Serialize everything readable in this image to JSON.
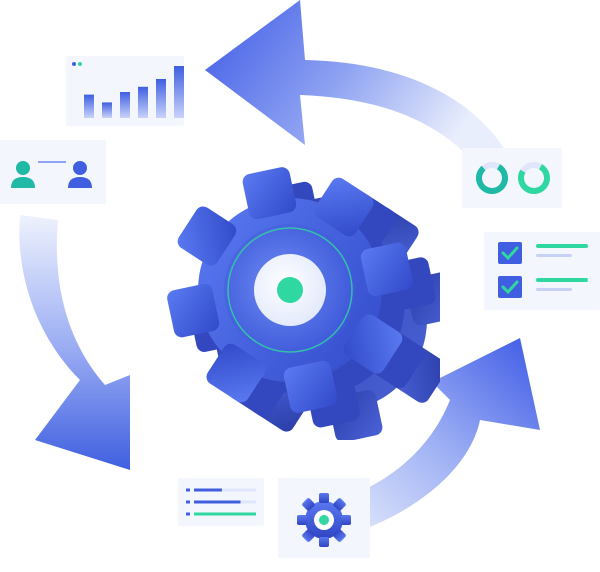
{
  "illustration": {
    "colors": {
      "primary_blue": "#3f5fe0",
      "deep_blue": "#2b3fae",
      "light_blue": "#8ea3f5",
      "accent_green": "#2fd8a0",
      "teal_green": "#1fb9a5",
      "card_bg": "#f3f6fd"
    },
    "icons": [
      "bar-chart-icon",
      "users-icon",
      "donut-chart-icon",
      "checklist-icon",
      "progress-list-icon",
      "small-gear-icon",
      "central-gear-icon",
      "cycle-arrow-icon"
    ],
    "bar_chart": {
      "bar_levels": [
        0.45,
        0.3,
        0.5,
        0.6,
        0.75,
        1.0
      ]
    },
    "progress_list": {
      "levels": [
        0.45,
        0.75,
        1.0
      ]
    },
    "donuts": [
      {
        "fraction": 0.8,
        "color": "#1fb9a5"
      },
      {
        "fraction": 0.75,
        "color": "#2fd8a0"
      }
    ]
  }
}
